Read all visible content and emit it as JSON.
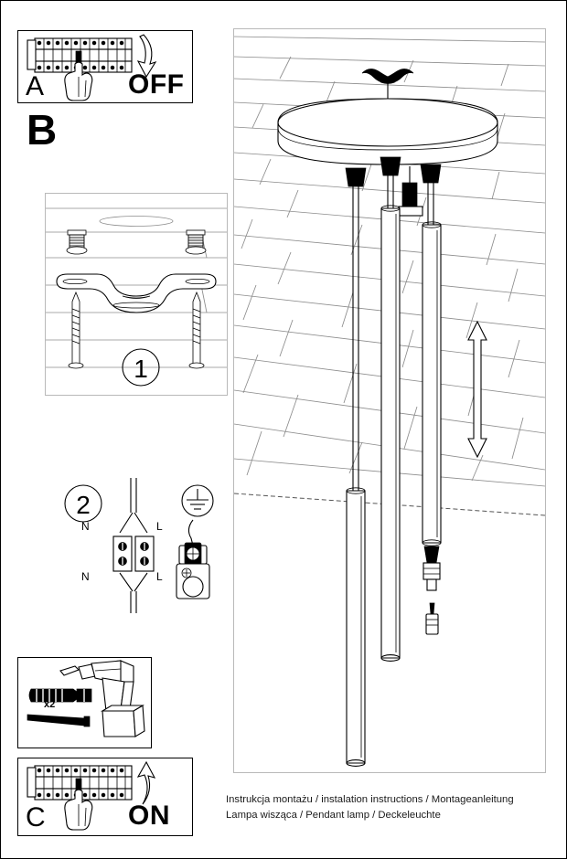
{
  "document": {
    "type": "assembly-instructions",
    "product": "Pendant lamp"
  },
  "caption": {
    "line1": "Instrukcja montażu / instalation instructions / Montageanleitung",
    "line2": "Lampa wisząca / Pendant lamp / Deckeleuchte"
  },
  "panels": {
    "a": {
      "letter": "A",
      "state_label": "OFF",
      "icon_breaker": "circuit-breaker-icon",
      "icon_hand": "hand-pointing-icon",
      "icon_arrow": "curved-arrow-down-icon"
    },
    "b": {
      "letter": "B"
    },
    "step1": {
      "number": "1",
      "icon_bracket": "mounting-bracket-icon",
      "icon_plug": "wall-plug-icon",
      "icon_screw": "screw-icon"
    },
    "step2": {
      "number": "2",
      "terminal_top_left": "N",
      "terminal_top_right": "L",
      "terminal_bottom_left": "N",
      "terminal_bottom_right": "L",
      "icon_terminal_block": "terminal-block-icon",
      "icon_earth": "earth-ground-icon",
      "icon_earth_connector": "earth-connector-icon"
    },
    "tools": {
      "quantity": "x2",
      "icon_drill": "power-drill-icon",
      "icon_plug": "wall-plug-icon",
      "icon_screw": "screw-icon"
    },
    "c": {
      "letter": "C",
      "state_label": "ON",
      "icon_breaker": "circuit-breaker-icon",
      "icon_hand": "hand-pointing-icon",
      "icon_arrow": "curved-arrow-up-icon"
    },
    "illustration": {
      "icon_ceiling": "ceiling-brick-pattern",
      "icon_canopy": "ceiling-canopy-icon",
      "icon_tube": "pendant-tube-icon",
      "icon_bracket": "ceiling-bracket-icon",
      "icon_adjust_arrow": "height-adjust-arrow-icon",
      "icon_bulb": "bulb-detail-icon",
      "tube_count": 3
    }
  },
  "colors": {
    "ink": "#000000",
    "hatch": "#8c8c8c",
    "frame_gray": "#b9b9b9",
    "paper": "#ffffff"
  }
}
